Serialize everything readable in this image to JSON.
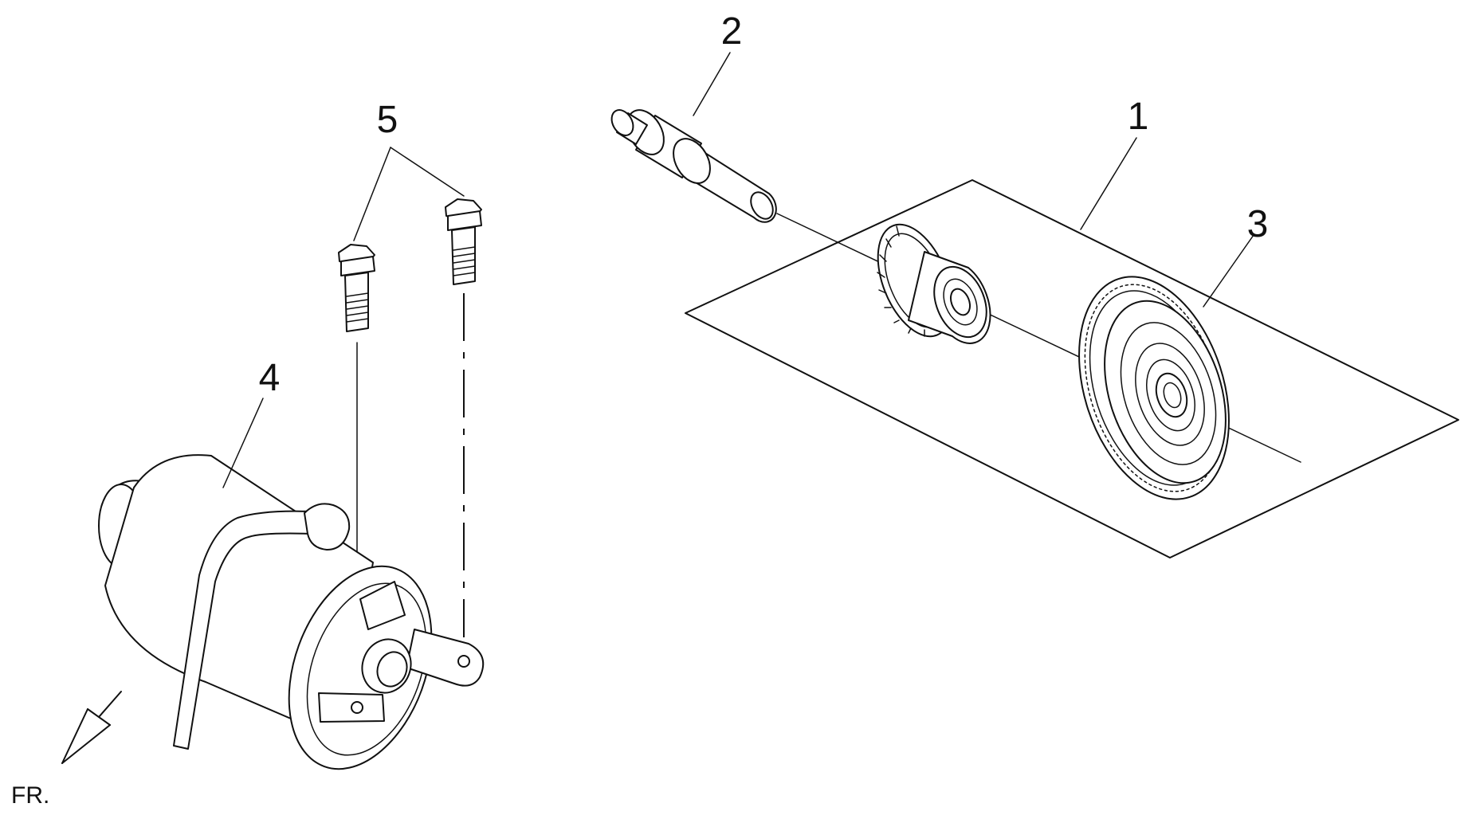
{
  "diagram": {
    "labels": {
      "l1": "1",
      "l2": "2",
      "l3": "3",
      "l4": "4",
      "l5": "5"
    },
    "direction_label": "FR.",
    "line_color": "#111111",
    "background": "#ffffff"
  }
}
